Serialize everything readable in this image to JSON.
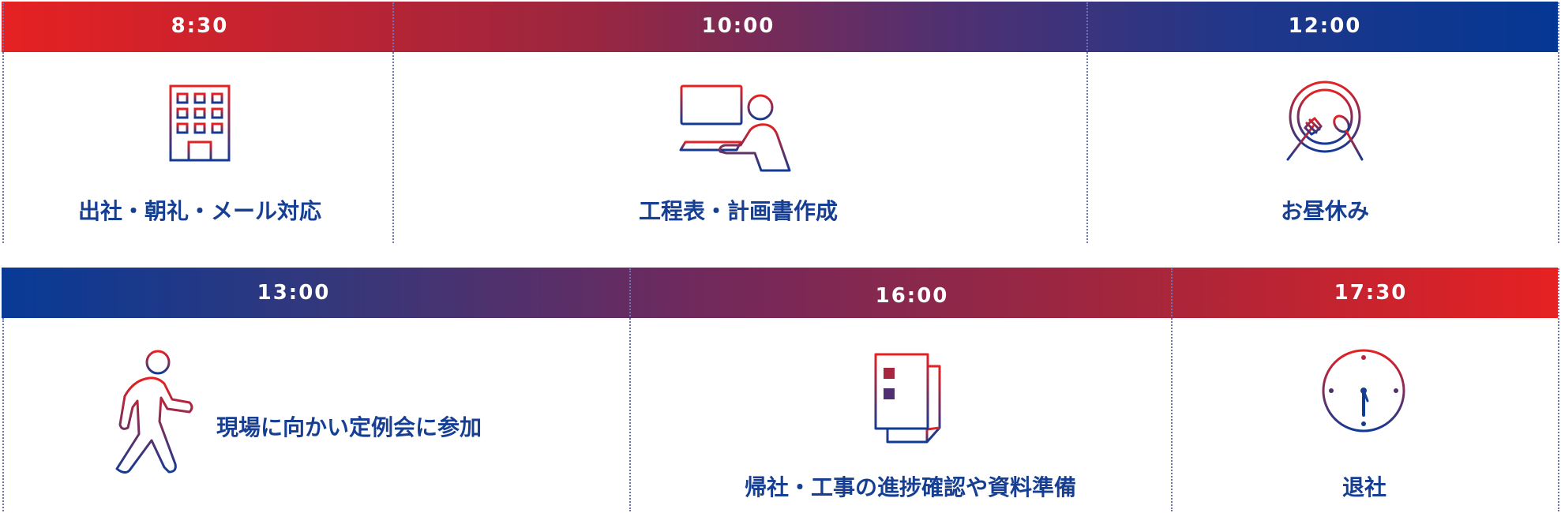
{
  "schedule_top": [
    {
      "time": "8:30",
      "task": "出社・朝礼・メール対応",
      "icon": "office-building-icon"
    },
    {
      "time": "10:00",
      "task": "工程表・計画書作成",
      "icon": "desk-computer-worker-icon"
    },
    {
      "time": "12:00",
      "task": "お昼休み",
      "icon": "plate-fork-spoon-icon"
    }
  ],
  "schedule_bottom": [
    {
      "time": "13:00",
      "task": "現場に向かい定例会に参加",
      "icon": "walking-person-icon"
    },
    {
      "time": "16:00",
      "task": "帰社・工事の進捗確認や資料準備",
      "icon": "documents-icon"
    },
    {
      "time": "17:30",
      "task": "退社",
      "icon": "clock-icon"
    }
  ],
  "colors": {
    "gradient_red": "#e62122",
    "gradient_blue": "#043794",
    "label_text": "#163f93",
    "separator": "#6d74b3"
  }
}
